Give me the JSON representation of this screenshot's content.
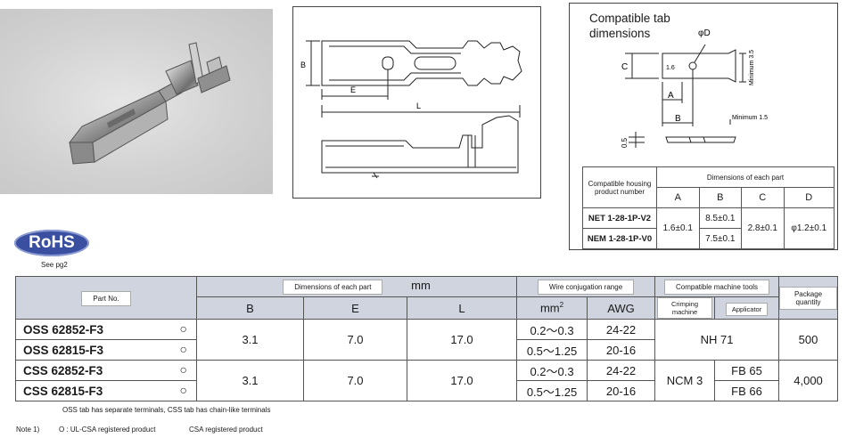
{
  "tab_box": {
    "title_line1": "Compatible tab",
    "title_line2": "dimensions",
    "label_phiD": "φD",
    "label_C": "C",
    "label_A": "A",
    "label_B": "B",
    "label_1_6": "1.6",
    "label_min35": "Minimum 3.5",
    "label_min15": "Minimum 1.5",
    "label_05": "0.5",
    "table": {
      "housing_header": "Compatible housing product number",
      "dims_header": "Dimensions of each part",
      "cols": [
        "A",
        "B",
        "C",
        "D"
      ],
      "rows": [
        {
          "housing": "NET 1-28-1P-V2",
          "B": "8.5±0.1"
        },
        {
          "housing": "NEM 1-28-1P-V0",
          "B": "7.5±0.1"
        }
      ],
      "A": "1.6±0.1",
      "C": "2.8±0.1",
      "D": "φ1.2±0.1"
    }
  },
  "drawing": {
    "label_B": "B",
    "label_E": "E",
    "label_L": "L"
  },
  "rohs": {
    "logo": "RoHS",
    "see": "See pg2"
  },
  "main_table": {
    "part_no_header": "Part No.",
    "dims_header": "Dimensions of each part",
    "mm_header": "mm",
    "wire_header": "Wire conjugation range",
    "tools_header": "Compatible machine tools",
    "package_header": "Package quantity",
    "col_B": "B",
    "col_E": "E",
    "col_L": "L",
    "col_mm2": "mm",
    "col_mm2_sup": "2",
    "col_AWG": "AWG",
    "crimping_machine": "Crimping machine",
    "applicator": "Applicator",
    "parts": [
      {
        "name": "OSS 62852-F3",
        "mark": "○"
      },
      {
        "name": "OSS 62815-F3",
        "mark": "○"
      },
      {
        "name": "CSS 62852-F3",
        "mark": "○"
      },
      {
        "name": "CSS 62815-F3",
        "mark": "○"
      }
    ],
    "group1": {
      "B": "3.1",
      "E": "7.0",
      "L": "17.0",
      "tool": "NH 71",
      "package": "500"
    },
    "group2": {
      "B": "3.1",
      "E": "7.0",
      "L": "17.0",
      "machine": "NCM 3",
      "applicator1": "FB 65",
      "applicator2": "FB 66",
      "package": "4,000"
    },
    "wire": [
      {
        "mm2": "0.2～0.3",
        "awg": "24-22"
      },
      {
        "mm2": "0.5～1.25",
        "awg": "20-16"
      },
      {
        "mm2": "0.2～0.3",
        "awg": "24-22"
      },
      {
        "mm2": "0.5～1.25",
        "awg": "20-16"
      }
    ]
  },
  "notes": {
    "tab_note": "OSS tab has separate terminals, CSS tab has chain-like terminals",
    "note_label": "Note 1)",
    "ul_note": "O : UL-CSA registered product",
    "csa_note": "CSA registered product"
  }
}
